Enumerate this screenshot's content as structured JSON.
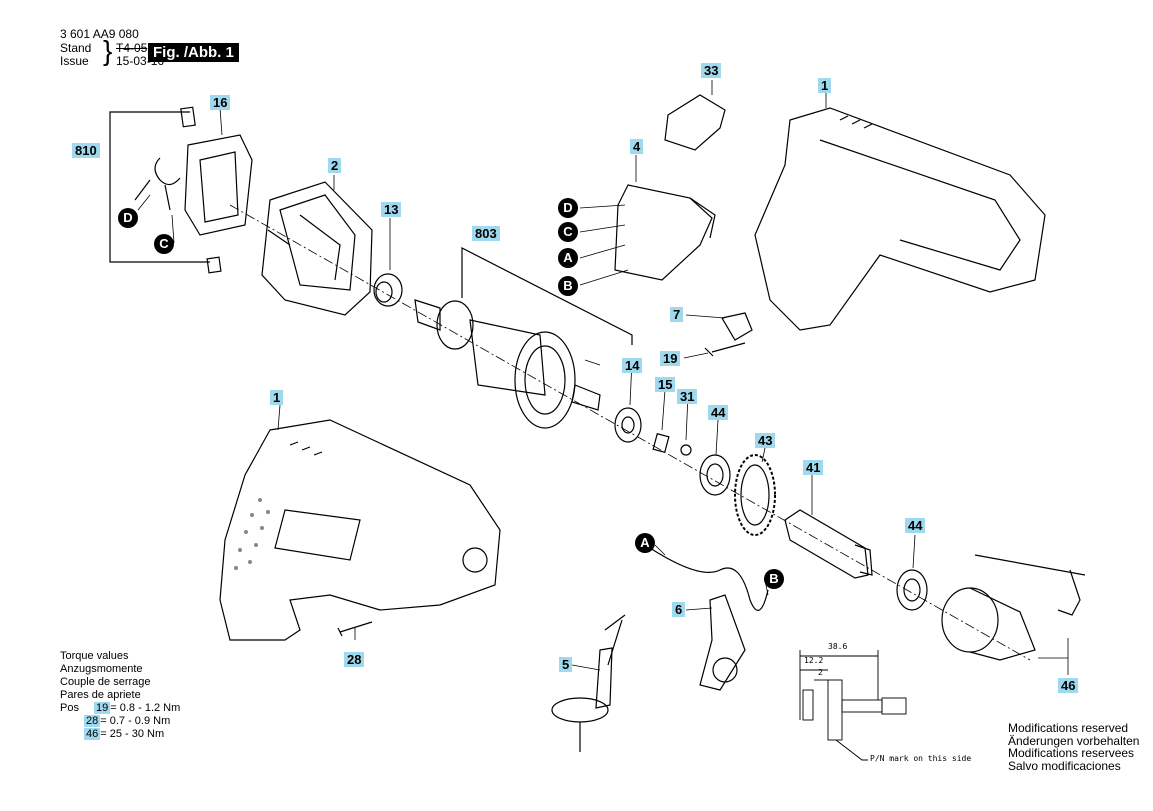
{
  "header": {
    "doc_number": "3 601 AA9 080",
    "stand_label": "Stand",
    "stand_value": "T4-05",
    "issue_label": "Issue",
    "issue_value": "15-03-16",
    "figure_label": "Fig. /Abb. 1"
  },
  "parts": {
    "p1a": "1",
    "p1b": "1",
    "p2": "2",
    "p4": "4",
    "p5": "5",
    "p6": "6",
    "p7": "7",
    "p13": "13",
    "p14": "14",
    "p15": "15",
    "p16": "16",
    "p19": "19",
    "p28": "28",
    "p31": "31",
    "p33": "33",
    "p41": "41",
    "p43": "43",
    "p44a": "44",
    "p44b": "44",
    "p46": "46",
    "p803": "803",
    "p810": "810"
  },
  "connectors": {
    "d1": "D",
    "c1": "C",
    "d2": "D",
    "c2": "C",
    "a1": "A",
    "b1": "B",
    "a2": "A",
    "b2": "B"
  },
  "torque": {
    "title_en": "Torque values",
    "title_de": "Anzugsmomente",
    "title_fr": "Couple de serrage",
    "title_es": "Pares de apriete",
    "pos_label": "Pos",
    "rows": [
      {
        "pos": "19",
        "value": "= 0.8 - 1.2 Nm"
      },
      {
        "pos": "28",
        "value": "= 0.7 - 0.9 Nm"
      },
      {
        "pos": "46",
        "value": "=  25 - 30 Nm"
      }
    ]
  },
  "modifications": [
    "Modifications reserved",
    "Änderungen vorbehalten",
    "Modifications reservees",
    "Salvo modificaciones"
  ],
  "detail": {
    "dim_total": "38.6",
    "dim_a": "12.2",
    "dim_b": "2",
    "mark_note": "P/N mark on this side"
  }
}
